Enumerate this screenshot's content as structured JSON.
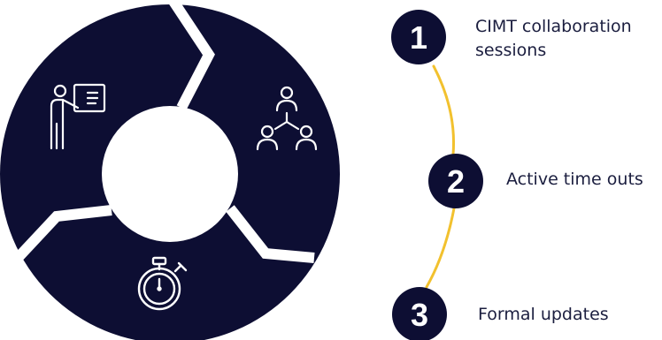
{
  "colors": {
    "navy": "#0d0e33",
    "accent_line": "#f2c12e",
    "icon_stroke": "#ffffff",
    "label_text": "#1b1e3f"
  },
  "cycle": {
    "segments": [
      {
        "icon": "presentation-icon"
      },
      {
        "icon": "team-hierarchy-icon"
      },
      {
        "icon": "stopwatch-icon"
      }
    ]
  },
  "steps": [
    {
      "number": "1",
      "label": "CIMT collaboration sessions"
    },
    {
      "number": "2",
      "label": "Active time outs"
    },
    {
      "number": "3",
      "label": "Formal updates"
    }
  ]
}
